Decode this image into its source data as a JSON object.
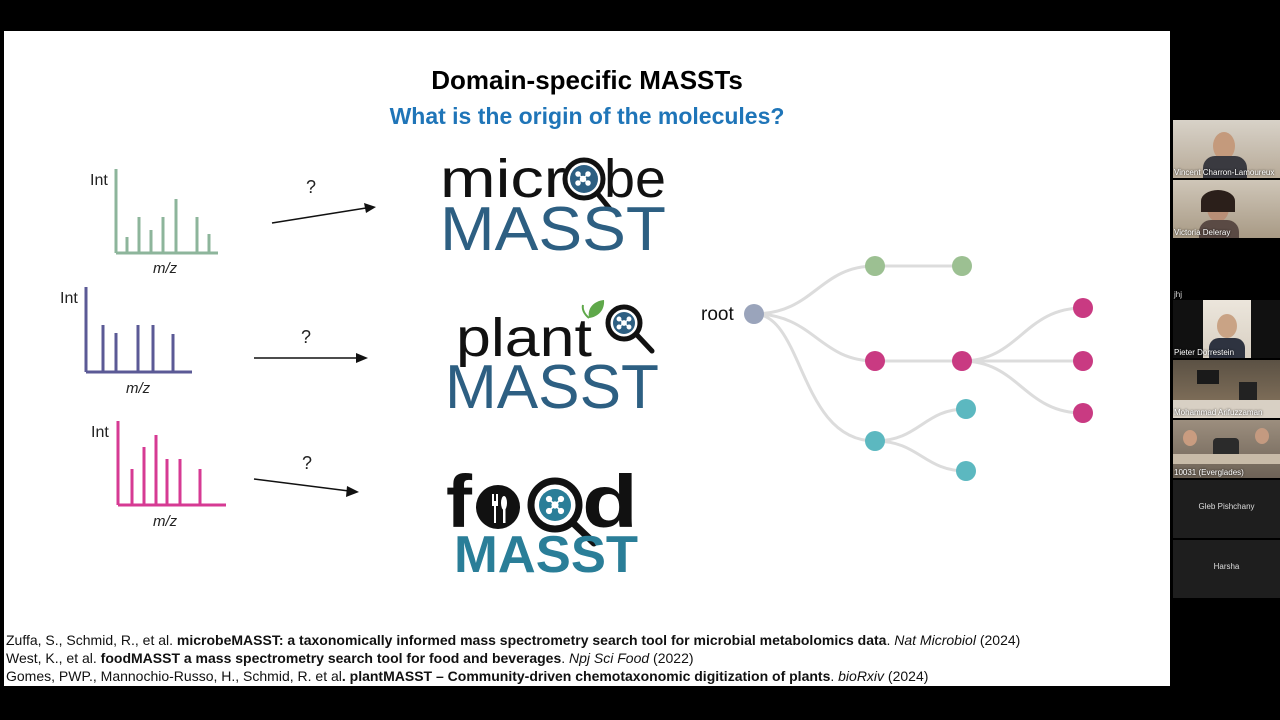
{
  "slide": {
    "title": "Domain-specific MASSTs",
    "subtitle": "What is the origin of the molecules?",
    "spectra": [
      {
        "y_label": "Int",
        "x_label": "m/z",
        "question": "?",
        "color": "#8db59b"
      },
      {
        "y_label": "Int",
        "x_label": "m/z",
        "question": "?",
        "color": "#5b5a96"
      },
      {
        "y_label": "Int",
        "x_label": "m/z",
        "question": "?",
        "color": "#d63a93"
      }
    ],
    "logos": {
      "microbe": {
        "word": "micr",
        "word2": "be",
        "masst": "MASST"
      },
      "plant": {
        "word": "plant",
        "masst": "MASST"
      },
      "food": {
        "word": "f",
        "word2": "d",
        "masst": "MASST"
      }
    },
    "tree": {
      "root_label": "root"
    },
    "colors": {
      "green": "#9cc092",
      "magenta": "#c93a82",
      "teal": "#5cb8c0",
      "root": "#9aa4bb",
      "masst_blue": "#2d5f82",
      "food_teal": "#2a7e98",
      "subtitle_blue": "#1f75b8"
    },
    "references": [
      {
        "authors": "Zuffa, S., Schmid, R., et al. ",
        "title": "microbeMASST: a taxonomically informed mass spectrometry search tool for microbial metabolomics data",
        "sep": ". ",
        "journal": "Nat Microbiol",
        "year": " (2024)"
      },
      {
        "authors": "West, K., et al. ",
        "title": "foodMASST a mass spectrometry search tool for food and beverages",
        "sep": ". ",
        "journal": "Npj Sci Food",
        "year": " (2022)"
      },
      {
        "authors": "Gomes, PWP.,  Mannochio-Russo, H., Schmid, R. et al",
        "title": ". plantMASST – Community-driven chemotaxonomic digitization of plants",
        "sep": ". ",
        "journal": "bioRxiv",
        "year": " (2024)"
      }
    ]
  },
  "participants": [
    {
      "name": "Vincent Charron-Lamoureux"
    },
    {
      "name": "Victoria Deleray"
    },
    {
      "name": "jhj"
    },
    {
      "name": "Pieter Dorrestein"
    },
    {
      "name": "Mohammad Arifuzzaman"
    },
    {
      "name": "10031 (Everglades)"
    },
    {
      "name": "Gleb Pishchany"
    },
    {
      "name": "Harsha"
    }
  ]
}
